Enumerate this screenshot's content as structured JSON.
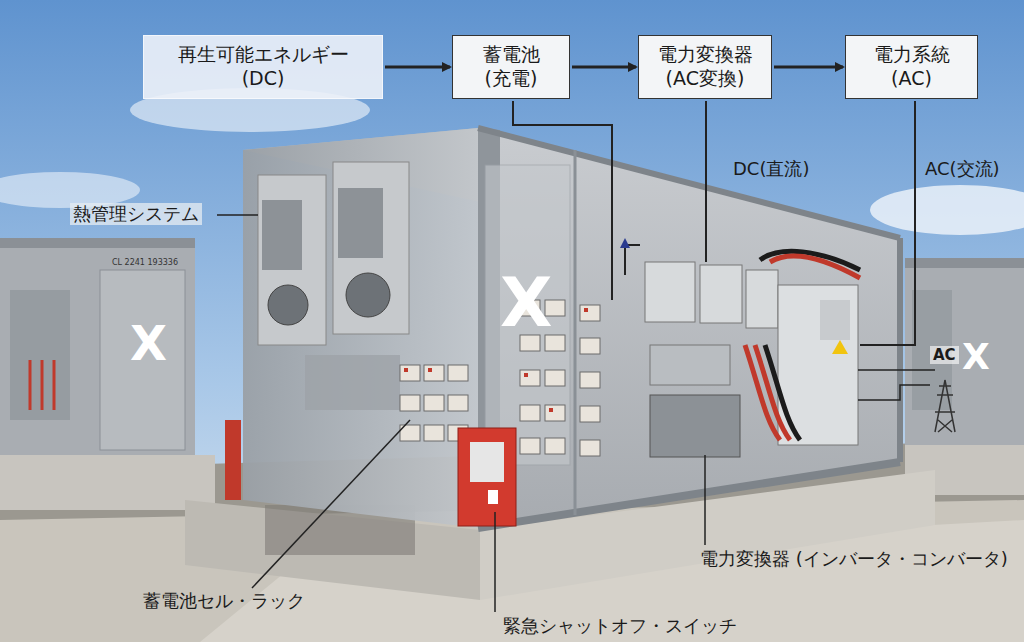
{
  "diagram": {
    "nodes": [
      {
        "text": [
          "再生可能エネルギー",
          "(DC)"
        ]
      },
      {
        "text": [
          "蓄電池",
          "(充電)"
        ]
      },
      {
        "text": [
          "電力変換器",
          "(AC変換)"
        ]
      },
      {
        "text": [
          "電力系統",
          "(AC)"
        ]
      }
    ],
    "edges": [
      {
        "from": 0,
        "to": 1,
        "arrow": "to"
      },
      {
        "from": 1,
        "to": 2,
        "arrow": "to"
      },
      {
        "from": 2,
        "to": 3,
        "arrow": "to"
      }
    ],
    "labels": [
      "熱管理システム",
      "DC(直流)",
      "AC(交流)",
      "AC",
      "蓄電池セル・ラック",
      "緊急シャットオフ・スイッチ",
      "電力変換器 (インバータ・コンバータ)",
      "CL 2241 193336",
      "X",
      "X",
      "X"
    ]
  }
}
